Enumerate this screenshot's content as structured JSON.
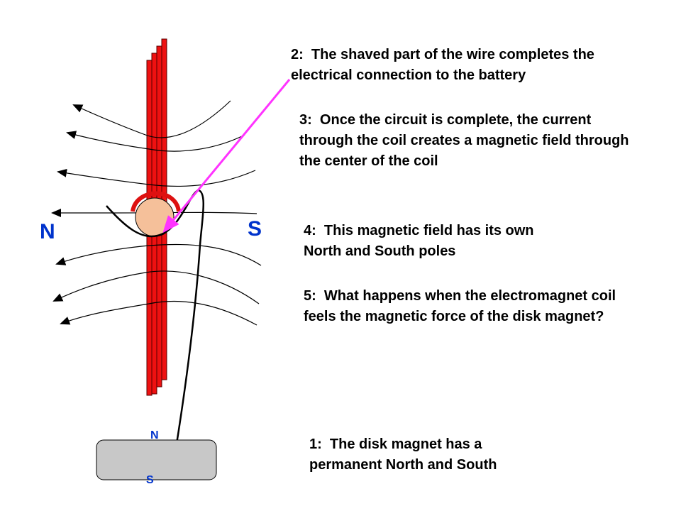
{
  "notes": [
    {
      "num": "2:",
      "text": "The shaved part of the wire completes the electrical connection to the battery"
    },
    {
      "num": "3:",
      "text": "Once the circuit is complete, the current through the coil creates a magnetic field through the center of the coil"
    },
    {
      "num": "4:",
      "text": "This magnetic field has its own North and South poles"
    },
    {
      "num": "5:",
      "text": "What happens when the electromagnet coil feels the magnetic force of the disk magnet?"
    },
    {
      "num": "1:",
      "text": "The disk magnet has a permanent North and South"
    }
  ],
  "coil_poles": {
    "north": "N",
    "south": "S"
  },
  "disk_poles": {
    "north": "N",
    "south": "S"
  },
  "colors": {
    "pole_label": "#0033cc",
    "coil": "#ee1111",
    "coil_outline": "#550000",
    "core": "#f5c09a",
    "bracket": "#dd1111",
    "arrow": "#ff33ff",
    "disk_magnet": "#c8c8c8",
    "field_lines": "#000000"
  }
}
